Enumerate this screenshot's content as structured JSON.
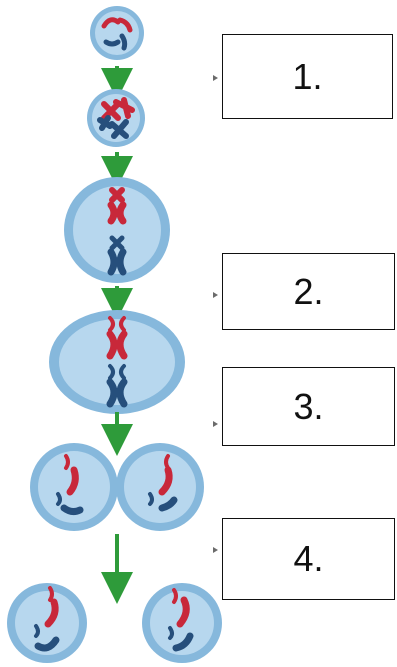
{
  "labels": {
    "box1": "1.",
    "box2": "2.",
    "box3": "3.",
    "box4": "4."
  },
  "colors": {
    "cell_outer": "#86b8dc",
    "cell_inner": "#b7d7ee",
    "chromosome_red": "#c8283a",
    "chromosome_blue": "#264f7c",
    "arrow_green": "#2e9b3a",
    "box_border": "#111111"
  },
  "stages": [
    "interphase-cell",
    "prophase-cell",
    "metaphase-cell",
    "anaphase-cell",
    "telophase-cell",
    "daughter-cell-left",
    "daughter-cell-right"
  ]
}
